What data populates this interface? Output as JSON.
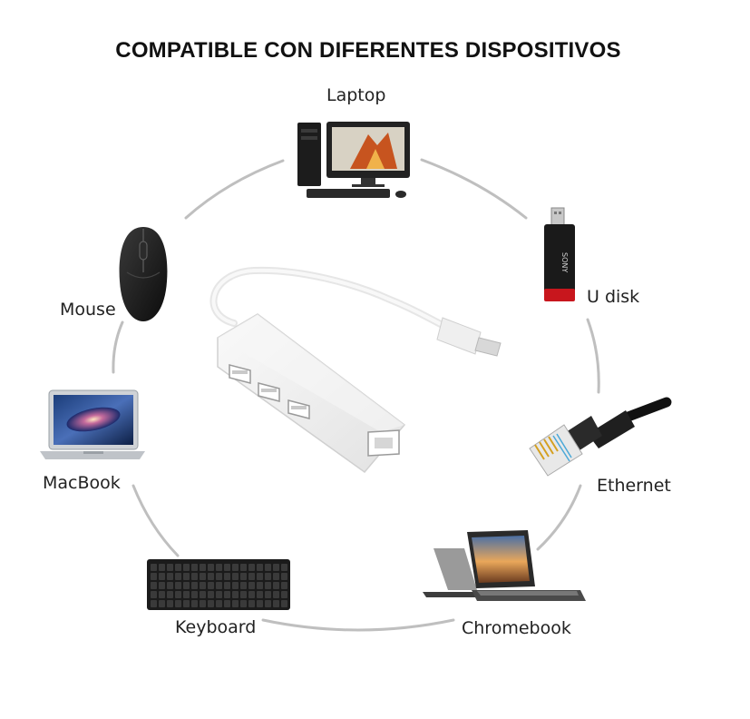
{
  "title": "COMPATIBLE CON DIFERENTES DISPOSITIVOS",
  "devices": {
    "laptop": "Laptop",
    "udisk": "U disk",
    "ethernet": "Ethernet",
    "chromebook": "Chromebook",
    "keyboard": "Keyboard",
    "macbook": "MacBook",
    "mouse": "Mouse"
  },
  "usb_label": "SONY",
  "colors": {
    "ring": "#bfbfbf",
    "hub": "#f1f1f1",
    "title": "#111111"
  }
}
